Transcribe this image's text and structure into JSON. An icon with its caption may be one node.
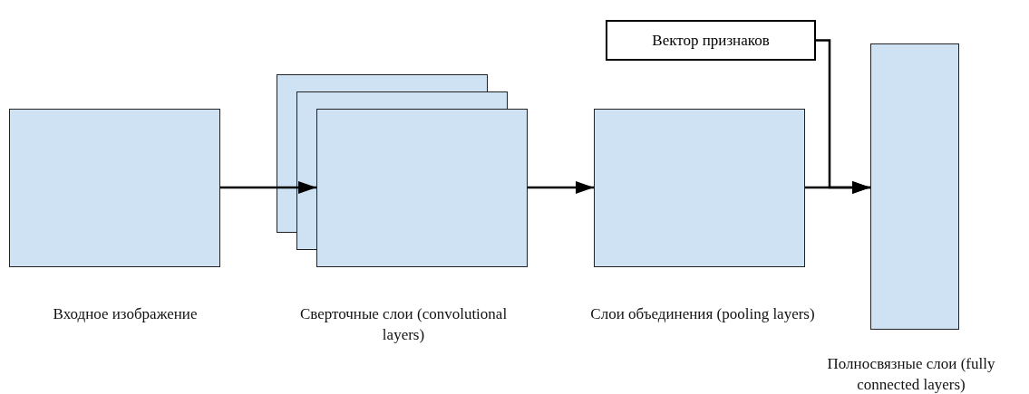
{
  "diagram": {
    "nodes": [
      {
        "text": [],
        "shape": "box",
        "beside": [
          "Входное изображение"
        ]
      },
      {
        "text": [],
        "shape": "box",
        "beside": [
          "Сверточные слои (convolutional layers)"
        ]
      },
      {
        "text": [],
        "shape": "box",
        "beside": [
          "Слои объединения (pooling layers)"
        ]
      },
      {
        "text": [
          "Вектор признаков"
        ]
      },
      {
        "text": [],
        "shape": "box",
        "beside": [
          "Полносвязные слои (fully connected layers)"
        ]
      }
    ],
    "edges": [
      {
        "from": 0,
        "to": 1,
        "arrow": "to"
      },
      {
        "from": 1,
        "to": 2,
        "arrow": "to"
      },
      {
        "from": 2,
        "to": 4,
        "arrow": "to"
      },
      {
        "from": 3,
        "to": 4,
        "arrow": "to"
      }
    ]
  }
}
